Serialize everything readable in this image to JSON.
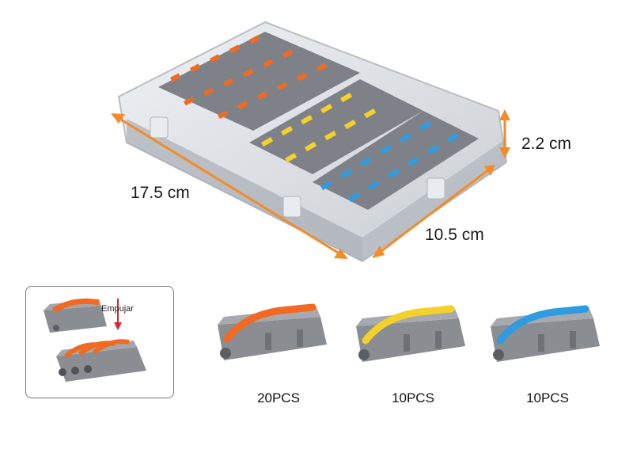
{
  "dimensions": {
    "length": "17.5 cm",
    "width": "10.5 cm",
    "height": "2.2 cm"
  },
  "inset": {
    "push_label": "Empujar"
  },
  "products": [
    {
      "qty": "20PCS",
      "lever_color": "orange-lever"
    },
    {
      "qty": "10PCS",
      "lever_color": "yellow-lever"
    },
    {
      "qty": "10PCS",
      "lever_color": "blue-lever"
    }
  ],
  "colors": {
    "accent_arrow": "#f28c28",
    "orange": "#f26a21",
    "yellow": "#f3d02a",
    "blue": "#2f9be0",
    "body_gray": "#8a8d92",
    "push_arrow": "#d9262c"
  }
}
